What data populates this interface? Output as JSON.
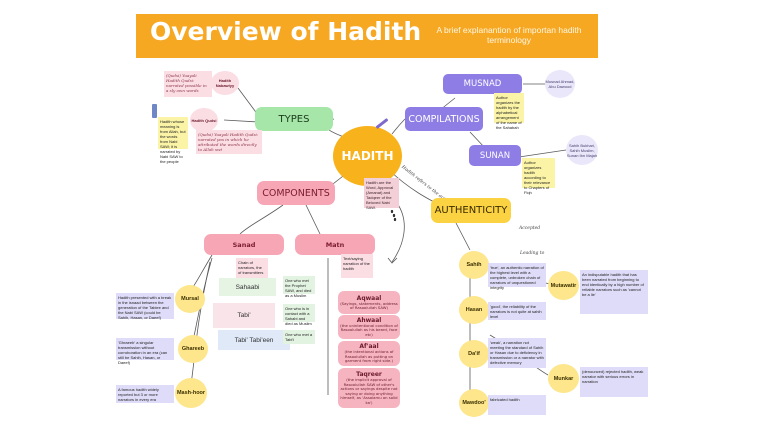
{
  "header": {
    "title": "Overview of Hadith",
    "subtitle": "A brief explanantion of importan hadith terminology"
  },
  "center": {
    "label": "HADITH",
    "note": "Hadith are the Word, Approval (Amanat) and Tadqeer of the Beloved Nabi SAW.",
    "handwriting": "Hadith refers to the actions, sayings"
  },
  "types": {
    "label": "TYPES",
    "qudsi_label": "Hadith Nabawiyy",
    "qudsi_note": "(Qudsi) Yuayali Hadith Qudsi: narrated possible in a sly own words",
    "qudsi2_label": "Hadith Qudsi",
    "qudsi2_note": "(Qudsi) Yuayali Hadith Qudsi: narrated pos in which he attributed the words directly to Allah swt",
    "sticky": "Hadith whose meaning is from Allah, but the words from Nabi SAW; it is narrated by Nabi SAW to the people"
  },
  "compilations": {
    "label": "COMPILATIONS",
    "musnad": "MUSNAD",
    "musnad_note": "Author organizes the hadith by the alphabetical arrangement of the name of the Sahabah",
    "musnad_example": "Musnad Ahmad, Abu Dawood",
    "sunan": "SUNAN",
    "sunan_note": "Author organizes hadith according to their relevance to Chapters of Fiqh",
    "sunan_example": "Sahih Bukhari, Sahih Muslim, Sunan Ibn Majah"
  },
  "components": {
    "label": "COMPONENTS",
    "sanad": "Sanad",
    "sanad_note": "Chain of narrators, the of transmitters",
    "matn": "Matn",
    "matn_note": "Text/saying narration of the hadith",
    "sahaabi": "Sahaabi",
    "tabi": "Tabi'",
    "tabi_tabieen": "Tabi' Tabi'een",
    "sahaabi_note": "One who met the Prophet SAW, and died as a Muslim",
    "tabi_note": "One who is in contact with a Sahabi and died as Muslim",
    "tabi_tabieen_note": "One who met a Tabi'i"
  },
  "matn_types": [
    {
      "title": "Aqwaal",
      "desc": "(Sayings, statements, address of Rasoolullah SAW)"
    },
    {
      "title": "Ahwaal",
      "desc": "(the unintentional condition of Rasoolullah as his beard, face etc)"
    },
    {
      "title": "Af'aal",
      "desc": "(the intentional actions of Rasoolullah as putting on garment from right side.)"
    },
    {
      "title": "Taqreer",
      "desc": "(the implicit approval of Rasoolullah SAW of other's actions or sayings despite not saying or doing anything himself, as 'Assalamu on solid ka')"
    }
  ],
  "sanad_types": [
    {
      "name": "Mursal",
      "note": "Hadith presented with a break in the isnaad between the generation of the Tabiee and the Nabi SAW (could be Sahih, Hasan, or Daeef)"
    },
    {
      "name": "Ghareeb",
      "note": "'Ghraeeb' a singular transmission without corroboration in an era (can still be Sahih, Hasan, or Daeef)"
    },
    {
      "name": "Mash-hoor",
      "note": "A famous hadith widely reported but 3 or more narrators in every era"
    }
  ],
  "authenticity": {
    "label": "AUTHENTICITY",
    "handwriting_top": "Accepted",
    "handwriting_mid": "Leading to",
    "grades": [
      {
        "name": "Sahih",
        "note": "'true', an authentic narration of the highest level with a complete, unbroken chain of narrators of unquestioned integrity"
      },
      {
        "name": "Hasan",
        "note": "'good', the reliability of the narrators is not quite at sahih level"
      },
      {
        "name": "Da'if",
        "note": "'weak', a narration not meeting the standard of Sahih or Hasan due to deficiency in transmission or a narrator with defective memory"
      },
      {
        "name": "Mawdoo'",
        "note": "fabricated hadith"
      }
    ],
    "mutawatir": {
      "name": "Mutawatir",
      "note": "An indisputable hadith that has been narrated from beginning to end identically by a high number of reliable narrators such as 'cannot be a lie'"
    },
    "munkar": {
      "name": "Munkar",
      "note": "(denounced) rejected hadith, weak narrator with serious errors in narration"
    }
  },
  "colors": {
    "banner": "#f7a823",
    "center": "#f7b21c",
    "types": "#a6e6a8",
    "compilations": "#8f7de6",
    "components": "#f7a6b5",
    "authenticity": "#fbd241"
  }
}
